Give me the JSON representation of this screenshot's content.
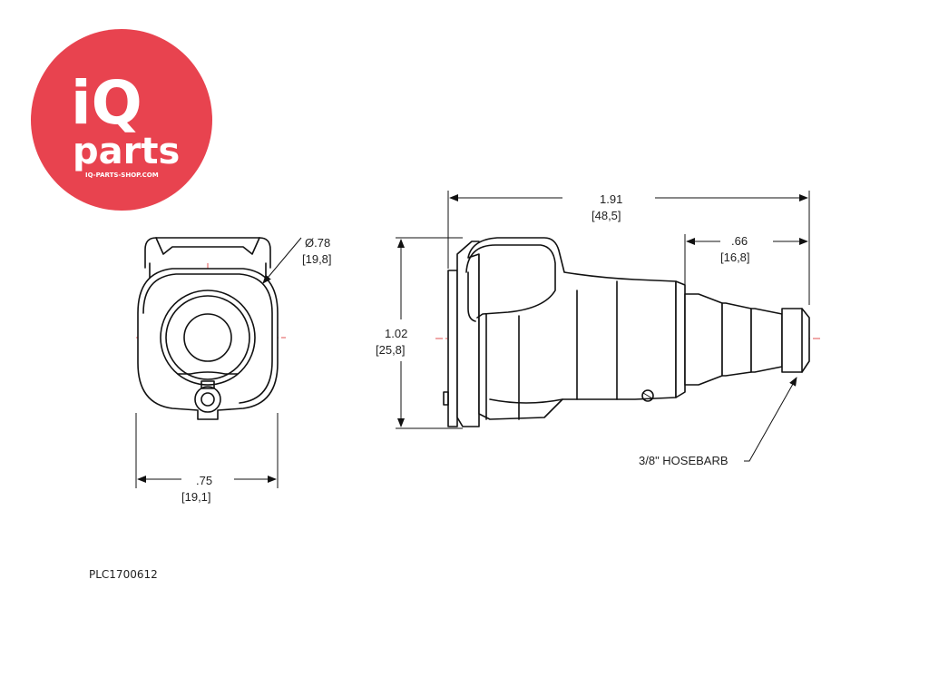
{
  "logo": {
    "line1": "iQ",
    "line2": "parts",
    "tagline": "IQ-PARTS-SHOP.COM",
    "color": "#e8434f"
  },
  "front_view": {
    "diameter": {
      "in": "Ø.78",
      "mm": "[19,8]"
    },
    "width": {
      "in": ".75",
      "mm": "[19,1]"
    }
  },
  "side_view": {
    "overall_length": {
      "in": "1.91",
      "mm": "[48,5]"
    },
    "barb_length": {
      "in": ".66",
      "mm": "[16,8]"
    },
    "height": {
      "in": "1.02",
      "mm": "[25,8]"
    },
    "barb_callout": "3/8\" HOSEBARB"
  },
  "part_number": "PLC1700612",
  "colors": {
    "line": "#111111",
    "centerline": "#e05050"
  }
}
